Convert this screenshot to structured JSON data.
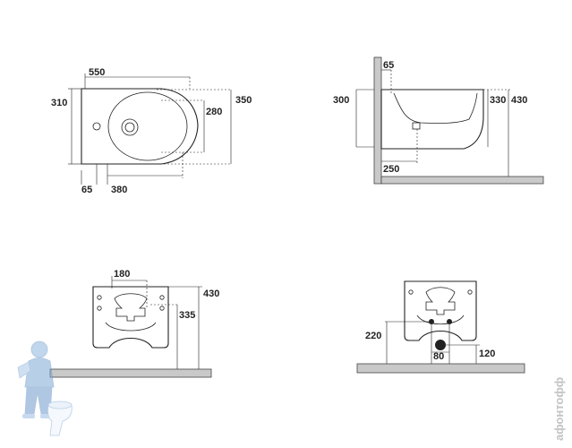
{
  "diagrams": {
    "top_view": {
      "dims": {
        "width": "550",
        "depth": "310",
        "depth_total": "350",
        "bowl_width": "280",
        "fix_offset": "65",
        "bowl_length": "380"
      }
    },
    "side_view": {
      "dims": {
        "top_offset": "65",
        "height_low": "300",
        "height_rim": "330",
        "height_total": "430",
        "base_depth": "250"
      }
    },
    "front_view_fixing": {
      "dims": {
        "fixing_span": "180",
        "height_total": "430",
        "fixing_height": "335"
      }
    },
    "front_view_supply": {
      "dims": {
        "supply_height": "220",
        "waste_spacing": "80",
        "waste_height": "120"
      }
    }
  },
  "watermark": {
    "text": "афонтофф"
  }
}
